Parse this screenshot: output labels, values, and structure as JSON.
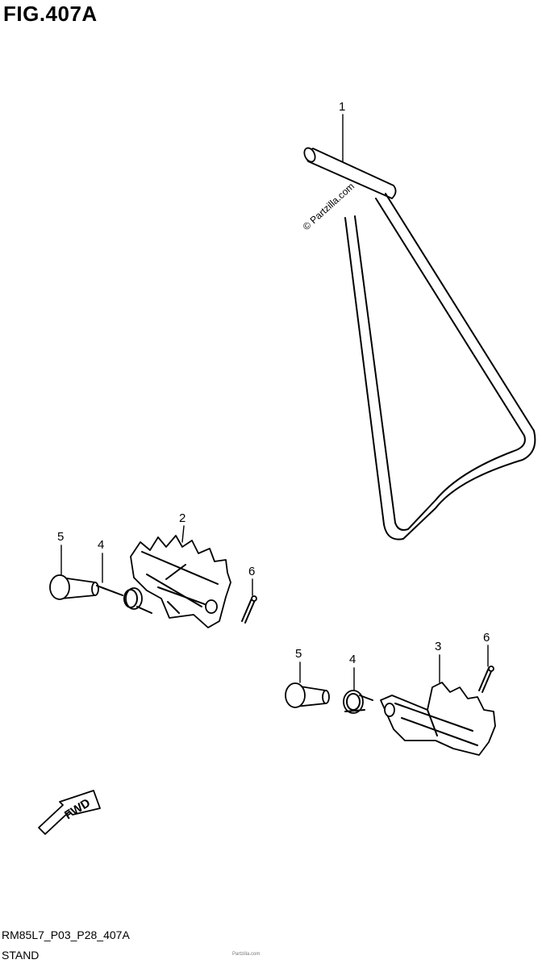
{
  "figure": {
    "title": "FIG.407A",
    "code": "RM85L7_P03_P28_407A",
    "name": "STAND",
    "watermark": "© Partzilla.com",
    "small_watermark": "Partzilla.com"
  },
  "callouts": [
    {
      "number": "1",
      "part": "stand"
    },
    {
      "number": "2",
      "part": "footrest-left"
    },
    {
      "number": "3",
      "part": "footrest-right"
    },
    {
      "number": "4",
      "part": "spring-left"
    },
    {
      "number": "5",
      "part": "pin-left"
    },
    {
      "number": "6",
      "part": "cotter-pin-left"
    },
    {
      "number": "4",
      "part": "spring-right"
    },
    {
      "number": "5",
      "part": "pin-right"
    },
    {
      "number": "6",
      "part": "cotter-pin-right"
    }
  ],
  "direction_arrow": {
    "label": "FWD"
  }
}
